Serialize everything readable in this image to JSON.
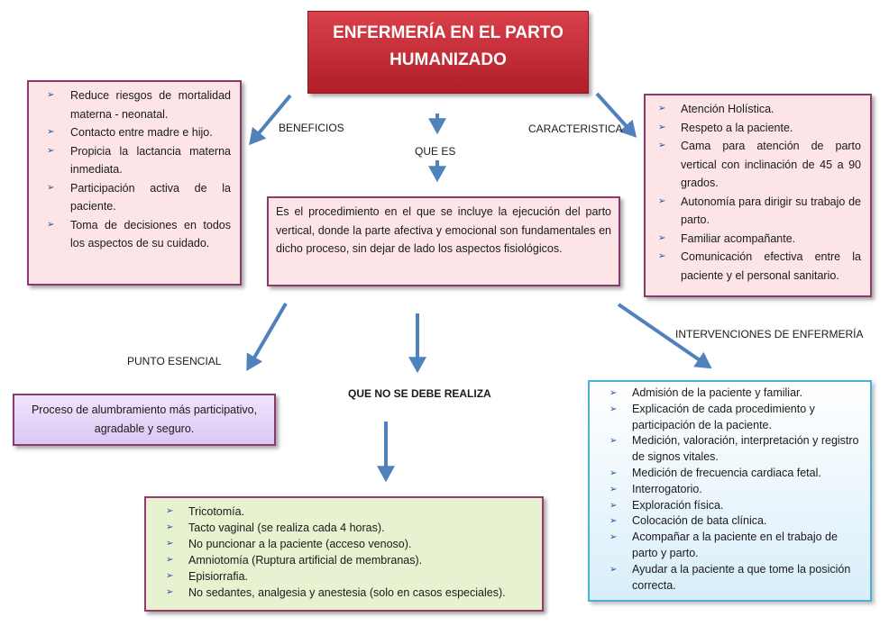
{
  "title": "ENFERMERÍA EN EL PARTO HUMANIZADO",
  "labels": {
    "beneficios": "BENEFICIOS",
    "que_es": "QUE ES",
    "caracteristica": "CARACTERISTICA",
    "punto_esencial": "PUNTO ESENCIAL",
    "que_no_se_debe": "QUE NO SE DEBE  REALIZA",
    "intervenciones": "INTERVENCIONES DE ENFERMERÍA"
  },
  "bullet_icon": "arrow-bullet-icon",
  "beneficios": [
    "Reduce riesgos de mortalidad materna - neonatal.",
    "Contacto entre madre e hijo.",
    "Propicia la lactancia materna inmediata.",
    "Participación activa de la paciente.",
    " Toma de decisiones en todos los aspectos de su cuidado."
  ],
  "definicion": "Es el procedimiento en el que se incluye la ejecución del parto vertical, donde la parte afectiva y emocional son fundamentales en dicho proceso, sin dejar de lado los aspectos fisiológicos.",
  "caracteristicas": [
    "Atención Holística.",
    "Respeto a la paciente.",
    "Cama para atención de parto vertical  con inclinación de 45 a 90 grados.",
    "Autonomía para dirigir su trabajo de parto.",
    "Familiar acompañante.",
    "Comunicación efectiva  entre la paciente y el personal sanitario."
  ],
  "punto_esencial_text": "Proceso de alumbramiento más participativo, agradable y seguro.",
  "no_realizar": [
    "Tricotomía.",
    "Tacto vaginal (se realiza cada 4 horas).",
    "No puncionar a la paciente (acceso venoso).",
    "Amniotomía (Ruptura artificial de membranas).",
    "Episiorrafia.",
    "No sedantes, analgesia y  anestesia (solo en casos especiales)."
  ],
  "intervenciones": [
    "Admisión de la paciente y familiar.",
    "Explicación de cada procedimiento y participación de la paciente.",
    "Medición, valoración, interpretación y registro de signos vitales.",
    "Medición de frecuencia cardiaca fetal.",
    "Interrogatorio.",
    "Exploración física.",
    "Colocación de bata clínica.",
    "Acompañar a la paciente en el trabajo de parto y parto.",
    "Ayudar a la paciente a que tome la posición correcta."
  ],
  "colors": {
    "title_fill": "#c72b35",
    "pink_box": "#fde4e6",
    "purple_box": "#e6d6f8",
    "green_box": "#e6f2d0",
    "blue_box": "#e2f2fb",
    "arrow": "#4f81bd"
  }
}
